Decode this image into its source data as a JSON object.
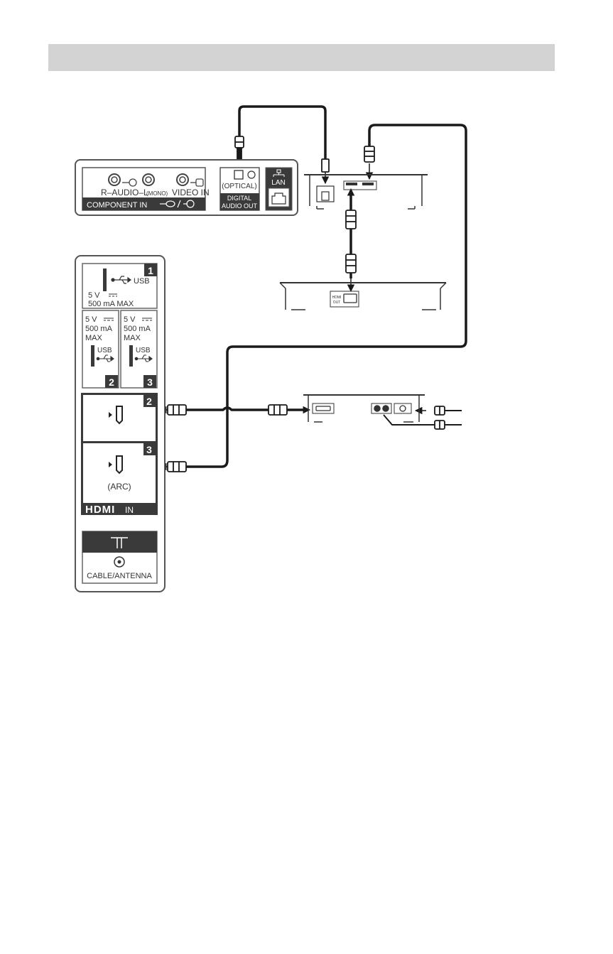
{
  "header": {
    "title": ""
  },
  "colors": {
    "panel_stroke": "#555555",
    "dark_fill": "#3a3a3a",
    "cable": "#1a1a1a",
    "header_bar": "#d3d3d3"
  },
  "upper_panel": {
    "audio_label": "R–AUDIO–L",
    "mono_label": "(MONO)",
    "video_label": "VIDEO IN",
    "component_label": "COMPONENT IN",
    "optical_label": "(OPTICAL)",
    "digital_label": "DIGITAL",
    "audio_out_label": "AUDIO OUT",
    "lan_label": "LAN"
  },
  "side_panel": {
    "usb1": {
      "number": "1",
      "usb_label": "USB",
      "power_line1": "5 V",
      "power_line2": "500 mA MAX"
    },
    "usb2": {
      "number": "2",
      "power_line1": "5 V",
      "power_line2": "500 mA",
      "power_line3": "MAX",
      "usb_label": "USB"
    },
    "usb3": {
      "number": "3",
      "power_line1": "5 V",
      "power_line2": "500 mA",
      "power_line3": "MAX",
      "usb_label": "USB"
    },
    "hdmi2": {
      "number": "2"
    },
    "hdmi3": {
      "number": "3",
      "arc_label": "(ARC)"
    },
    "hdmi_logo": "HDMI",
    "hdmi_in": "IN",
    "antenna_label": "CABLE/ANTENNA"
  },
  "devices": {
    "player_hdmi_label_line1": "HDMI",
    "player_hdmi_label_line2": "OUT"
  }
}
